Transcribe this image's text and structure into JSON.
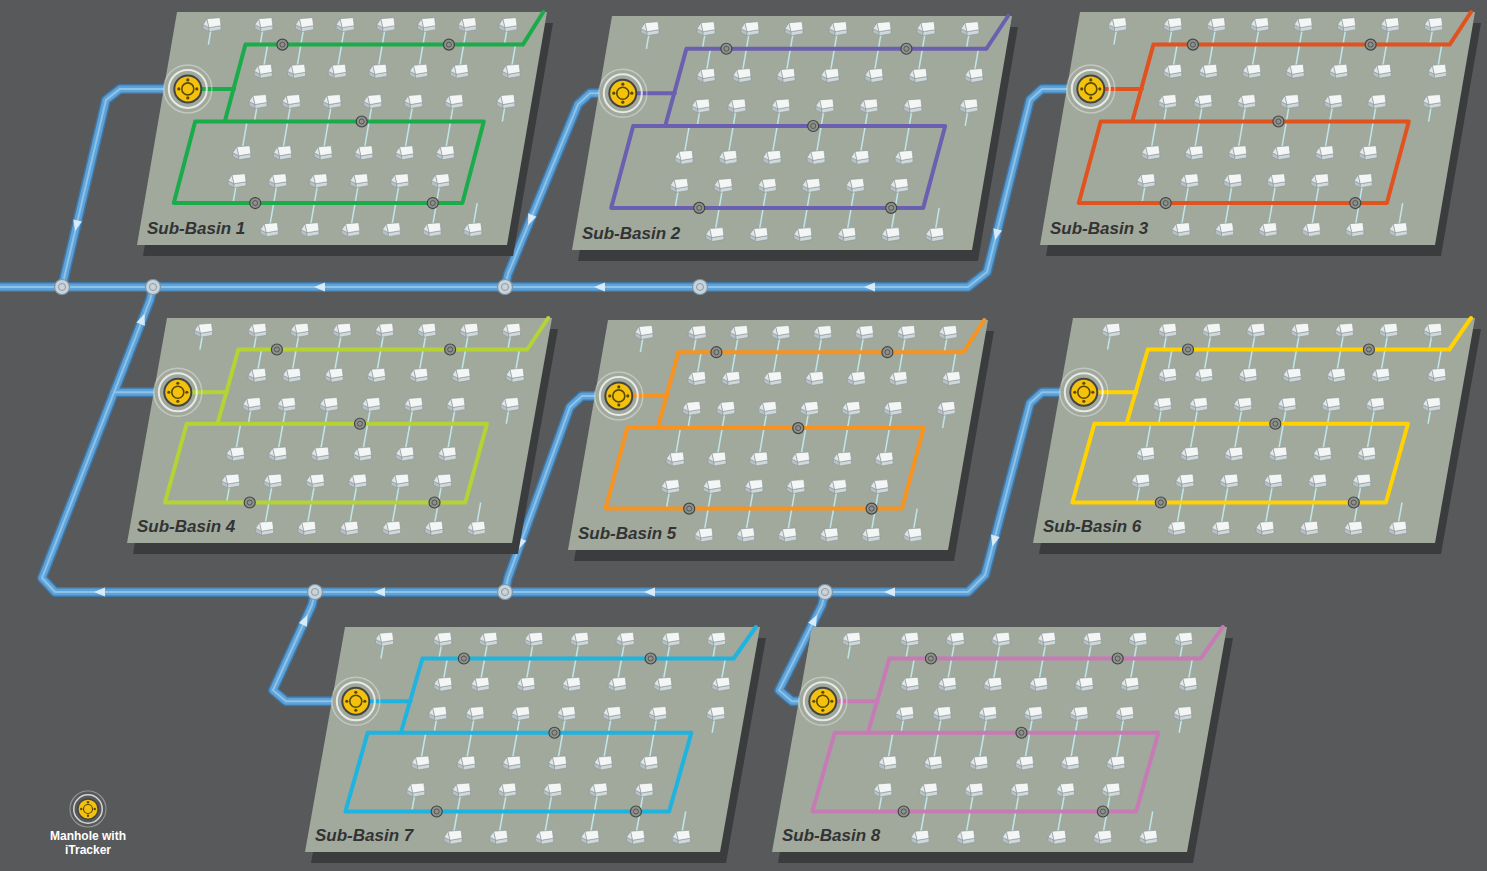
{
  "diagram": {
    "nodes": [
      {
        "text": [
          "Sub-Basin 1"
        ]
      },
      {
        "text": [
          "Sub-Basin 2"
        ]
      },
      {
        "text": [
          "Sub-Basin 3"
        ]
      },
      {
        "text": [
          "Sub-Basin 4"
        ]
      },
      {
        "text": [
          "Sub-Basin 5"
        ]
      },
      {
        "text": [
          "Sub-Basin 6"
        ]
      },
      {
        "text": [
          "Sub-Basin 7"
        ]
      },
      {
        "text": [
          "Sub-Basin 8"
        ]
      }
    ],
    "legend": [
      {
        "text": "Manhole with iTracker"
      }
    ]
  }
}
